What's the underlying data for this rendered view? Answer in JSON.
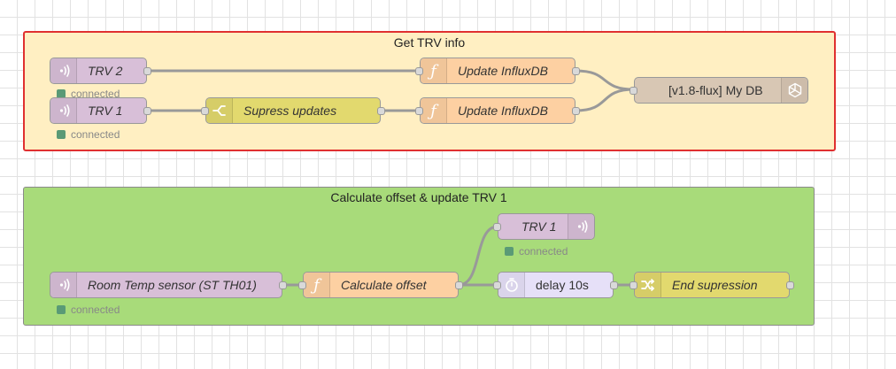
{
  "groups": {
    "trv_info": {
      "label": "Get TRV info"
    },
    "offset": {
      "label": "Calculate offset & update TRV 1"
    }
  },
  "nodes": {
    "trv2_in": {
      "label": "TRV 2",
      "icon": "mqtt-icon",
      "status": "connected"
    },
    "trv1_in": {
      "label": "TRV 1",
      "icon": "mqtt-icon",
      "status": "connected"
    },
    "supress": {
      "label": "Supress updates",
      "icon": "filter-icon"
    },
    "influx_fn_1": {
      "label": "Update InfluxDB",
      "icon": "function-icon"
    },
    "influx_fn_2": {
      "label": "Update InfluxDB",
      "icon": "function-icon"
    },
    "db_out": {
      "label": "[v1.8-flux] My DB",
      "icon": "database-icon"
    },
    "room_temp": {
      "label": "Room Temp sensor (ST TH01)",
      "icon": "mqtt-icon",
      "status": "connected"
    },
    "calc_offset": {
      "label": "Calculate offset",
      "icon": "function-icon"
    },
    "trv1_out": {
      "label": "TRV 1",
      "icon": "mqtt-icon",
      "status": "connected"
    },
    "delay": {
      "label": "delay 10s",
      "icon": "timer-icon"
    },
    "end_supress": {
      "label": "End supression",
      "icon": "shuffle-icon"
    }
  },
  "colors": {
    "grid": "#e2e2e2",
    "group_trv_fill": "#ffefc2",
    "group_trv_border": "#e03030",
    "group_offset_fill": "#a8db7a",
    "mqtt_node": "#d8bfd8",
    "function_node": "#fdd0a2",
    "filter_node": "#e2d96e",
    "db_node": "#d8c7b4",
    "delay_node": "#e6e0f8",
    "wire": "#999999",
    "status_connected": "#5a9a76"
  }
}
